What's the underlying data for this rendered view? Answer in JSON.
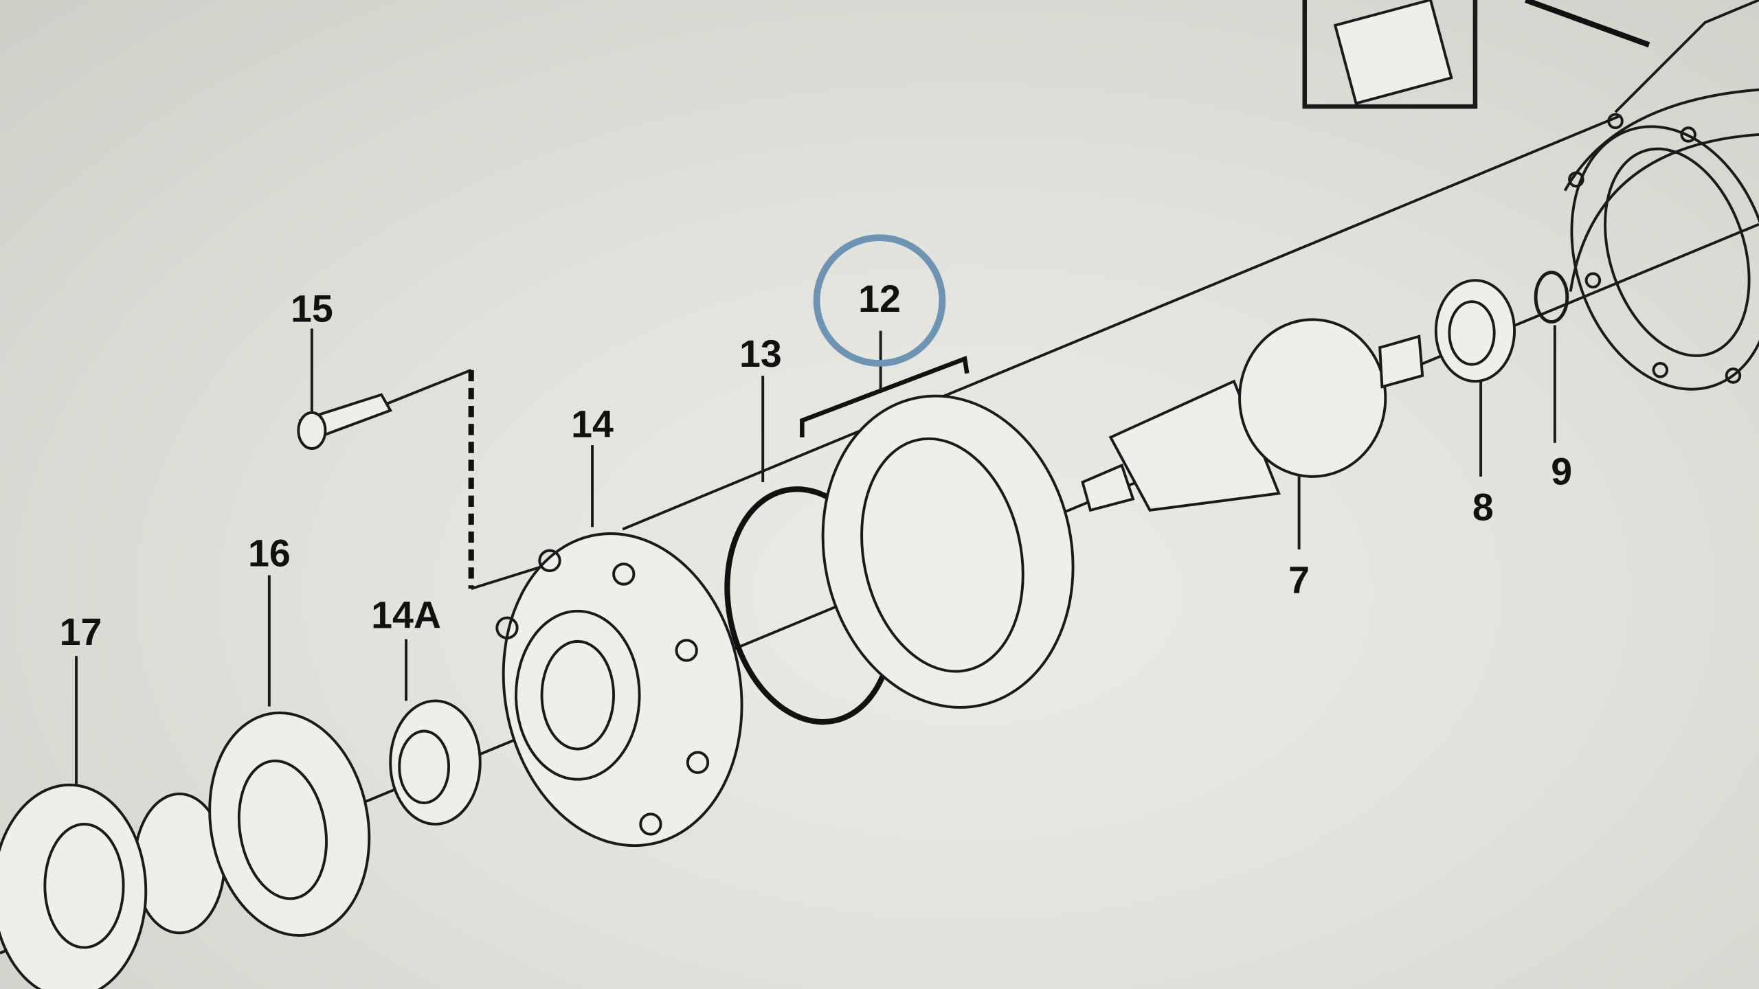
{
  "diagram": {
    "labels": {
      "part_15": "15",
      "part_14": "14",
      "part_13": "13",
      "part_12": "12",
      "part_16": "16",
      "part_14a": "14A",
      "part_17": "17",
      "part_7": "7",
      "part_8": "8",
      "part_9": "9"
    },
    "highlighted_part": "12",
    "highlight_color": "#6f93b3"
  }
}
